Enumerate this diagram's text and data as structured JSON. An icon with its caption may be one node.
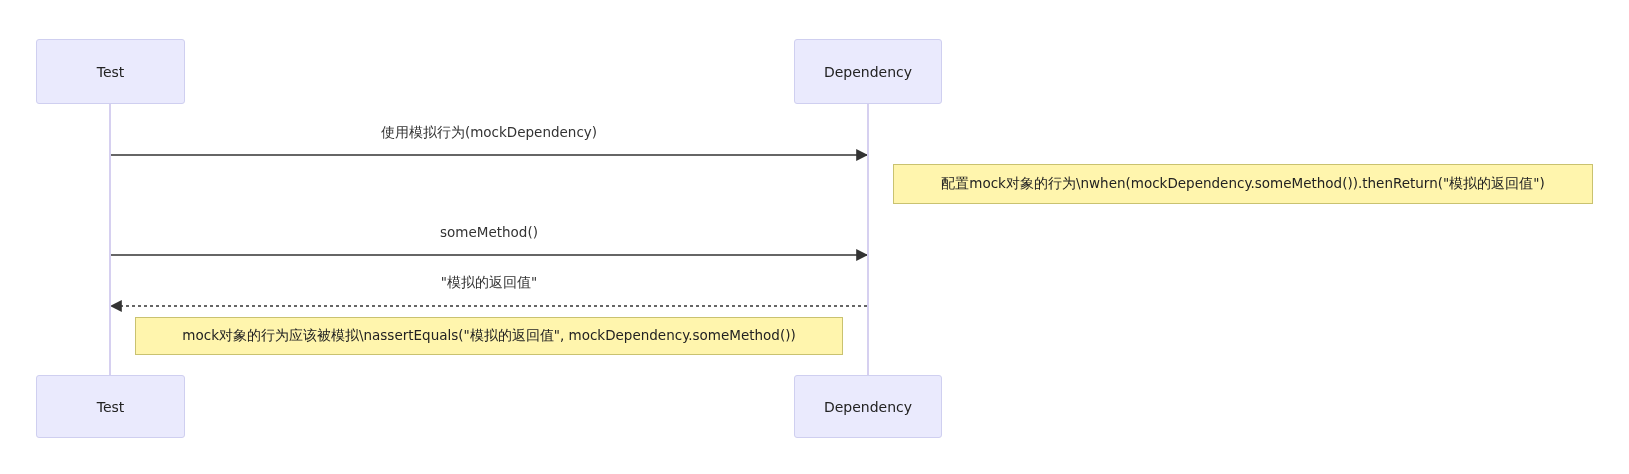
{
  "diagram": {
    "nodes": [
      {
        "text": [
          "Test"
        ]
      },
      {
        "text": [
          "Dependency"
        ]
      },
      {
        "text": [],
        "shape": "bar"
      },
      {
        "text": [],
        "shape": "bar"
      },
      {
        "text": [
          "配置mock对象的行为\\nwhen(mockDependency.someMethod()).thenReturn(\"模拟的返回值\")"
        ]
      },
      {
        "text": [
          "mock对象的行为应该被模拟\\nassertEquals(\"模拟的返回值\", mockDependency.someMethod())"
        ]
      },
      {
        "text": [
          "Test"
        ]
      },
      {
        "text": [
          "Dependency"
        ]
      }
    ],
    "edges": [
      {
        "from": 2,
        "to": 3,
        "arrow": "to",
        "label": "使用模拟行为(mockDependency)"
      },
      {
        "from": 2,
        "to": 3,
        "arrow": "to",
        "label": "someMethod()"
      },
      {
        "from": 3,
        "to": 2,
        "arrow": "to",
        "label": "\"模拟的返回值\"",
        "style": "dashed"
      }
    ]
  }
}
